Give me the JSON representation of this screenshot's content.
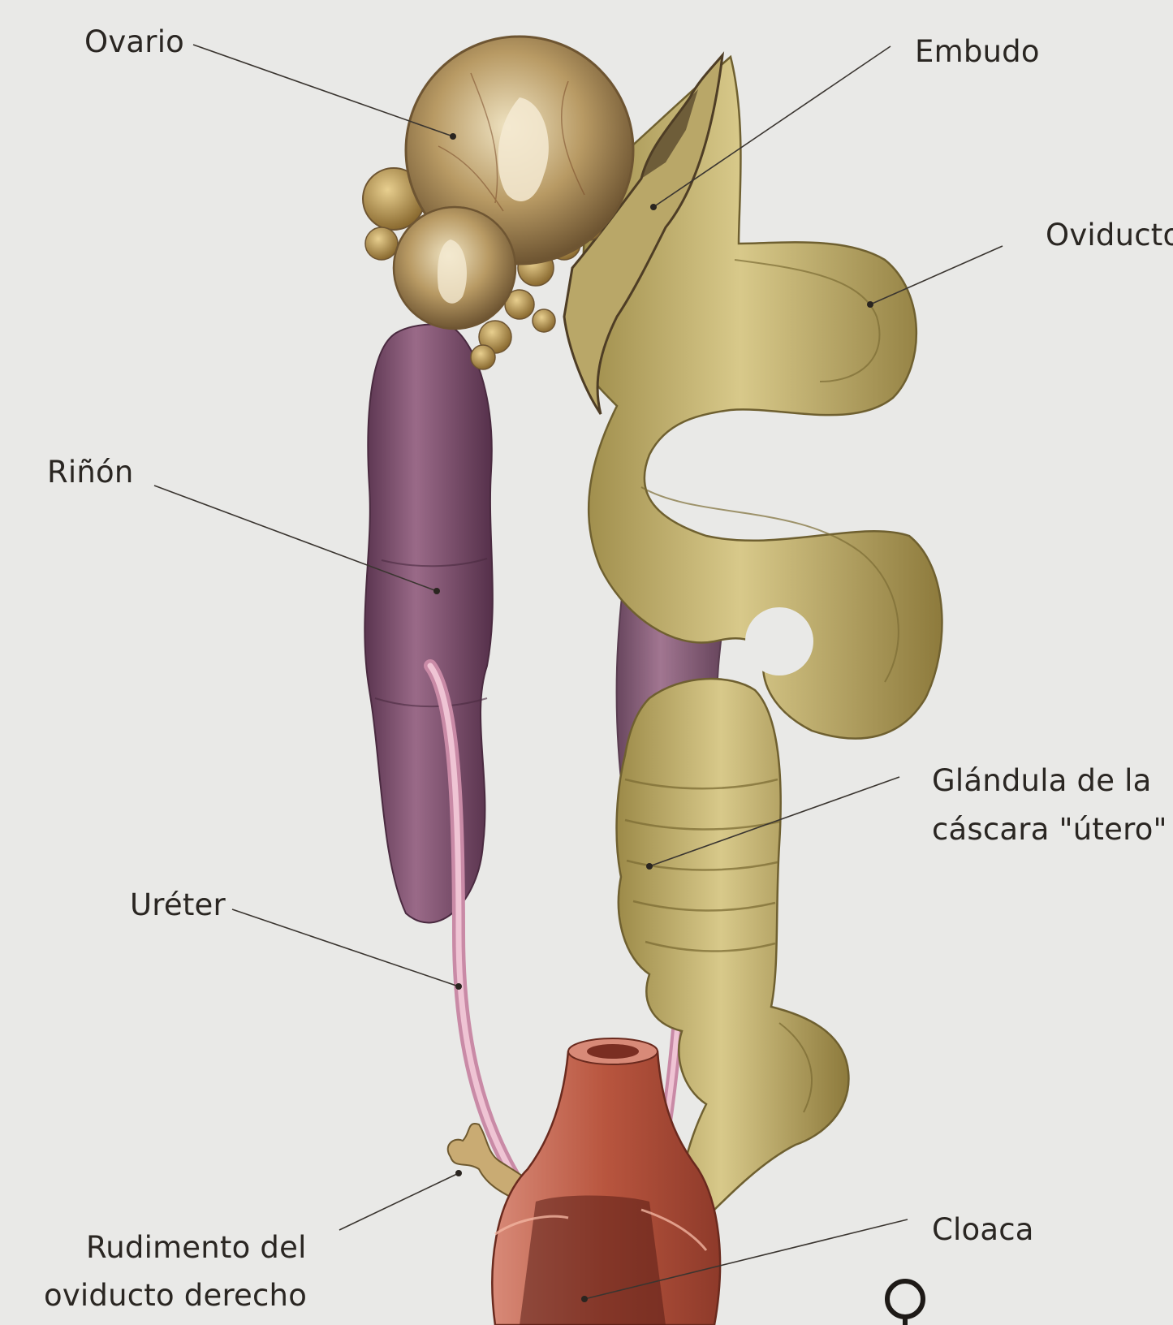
{
  "diagram": {
    "labels": {
      "ovario": "Ovario",
      "embudo": "Embudo",
      "oviducto": "Oviducto",
      "rinon": "Riñón",
      "glandula_line1": "Glándula de la",
      "glandula_line2": "cáscara \"útero\"",
      "ureter": "Uréter",
      "rudimento_line1": "Rudimento del",
      "rudimento_line2": "oviducto derecho",
      "cloaca": "Cloaca"
    },
    "symbol": "female-symbol",
    "colors": {
      "background": "#e9e9e7",
      "ovary": "#b89a64",
      "oviduct": "#c4b270",
      "kidney": "#7a4a68",
      "ureter": "#d9a8bd",
      "cloaca": "#b8553e",
      "leader": "#3a3530"
    }
  }
}
